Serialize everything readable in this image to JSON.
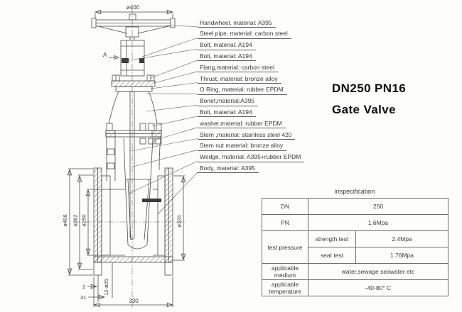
{
  "title": {
    "line1": "DN250 PN16",
    "line2": "Gate Valve"
  },
  "part_labels": [
    "Handwheel, material: A395",
    "Steel pipe, material: carbon steel",
    "Bolt, material: A194",
    "Bolt, material: A194",
    "Flang,material: carbon steel",
    "Thrust, material: bronze alloy",
    "O Ring, material: rubber EPDM",
    "Bonet,material:A395",
    "Bolt, material: A194",
    "washer,material: rubber EPDM",
    "Stem ,material: stainless steel 420",
    "Stem nut  material: bronze alloy",
    "Wedge, material: A395+rubber EPDM",
    "Body, material: A395"
  ],
  "dims": {
    "handwheel_od": "ø400",
    "section_marker": "A",
    "flange_od": "ø406",
    "bolt_circle": "ø362",
    "bore": "ø250",
    "raised_face": "ø324",
    "face_to_face": "330",
    "step": "2",
    "flange_thickness": "31",
    "bolt_holes": "12-ø25"
  },
  "spec_table": {
    "caption": "inspecification",
    "dn_label": "DN",
    "dn_value": "250",
    "pn_label": "PN",
    "pn_value": "1.6Mpa",
    "test_pressure_label": "test pressure",
    "strength_label": "strength test",
    "strength_value": "2.4Mpa",
    "seat_label": "seat test",
    "seat_value": "1.76Mpa",
    "medium_label": "applicable medium",
    "medium_value": "water,sewage seawater etc",
    "temp_label": "applicable temperature",
    "temp_value": "-40-80° C"
  },
  "colors": {
    "line": "#4a4a4a",
    "text": "#3c3c3c",
    "title": "#0f0f0f",
    "background": "#fdfdfc",
    "table_border": "#6e6e6e"
  }
}
